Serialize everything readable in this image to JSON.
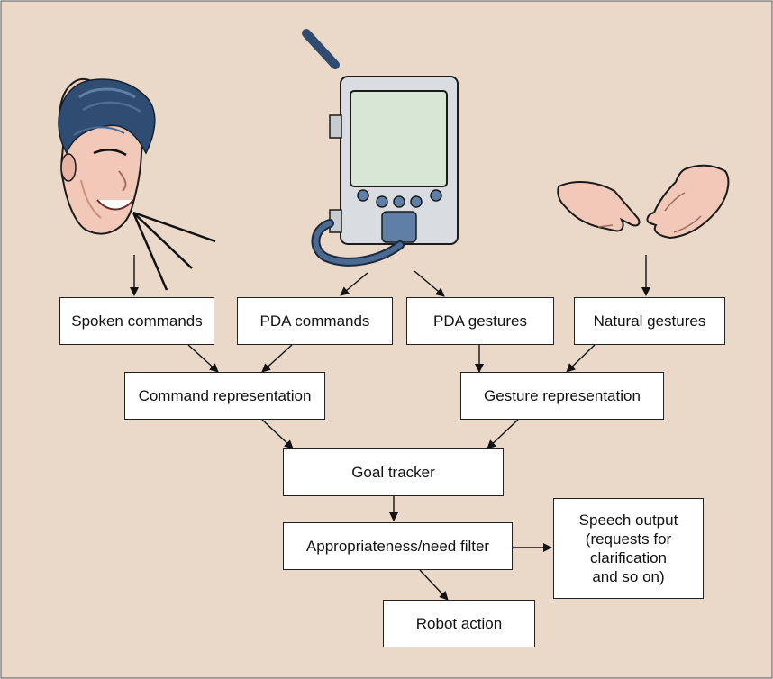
{
  "background_color": "#ead8c9",
  "icons": [
    "face-illustration-icon",
    "pda-device-icon",
    "hands-gesture-icon"
  ],
  "nodes": {
    "spoken": "Spoken commands",
    "pda_cmd": "PDA commands",
    "pda_gest": "PDA gestures",
    "natural": "Natural gestures",
    "cmd_rep": "Command representation",
    "gest_rep": "Gesture representation",
    "goal": "Goal tracker",
    "filter": "Appropriateness/need filter",
    "speech": "Speech output\n(requests for\nclarification\nand so on)",
    "robot": "Robot action"
  }
}
